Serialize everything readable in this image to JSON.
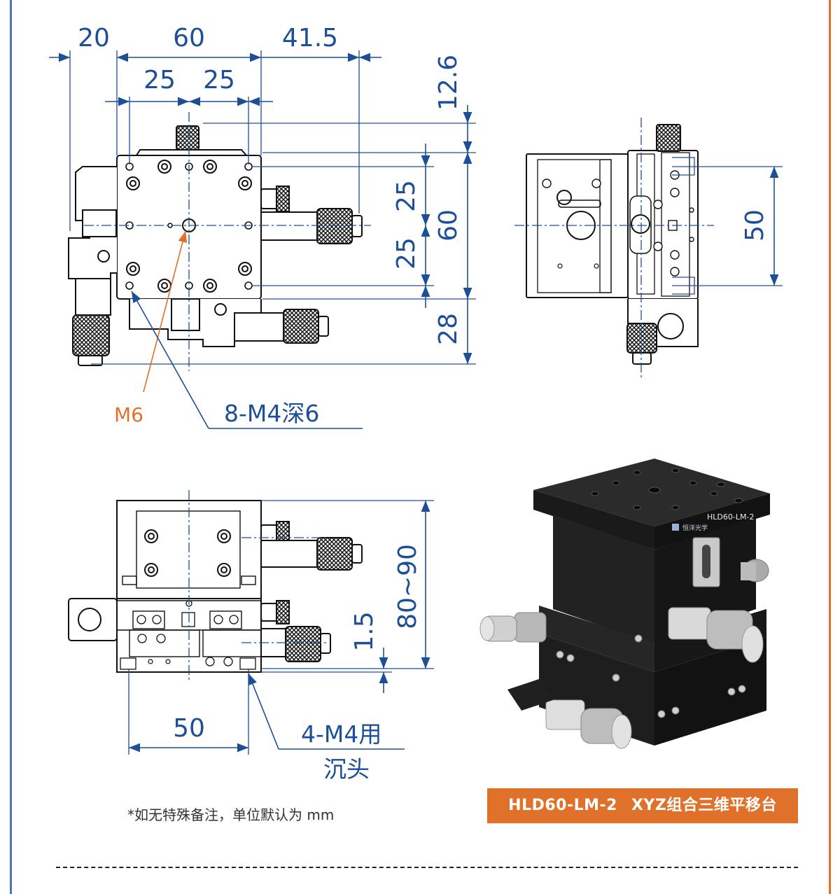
{
  "top_view": {
    "dim_left": "20",
    "dim_width": "60",
    "dim_right": "41.5",
    "dim_half_left": "25",
    "dim_half_right": "25",
    "dim_top": "12.6",
    "dim_upper_half": "25",
    "dim_lower_half": "25",
    "dim_height": "60",
    "dim_bottom": "28",
    "callout_center_hole": "M6",
    "callout_holes": "8-M4深6"
  },
  "side_view": {
    "dim_spacing": "50"
  },
  "front_view": {
    "dim_height": "80~90",
    "dim_base": "1.5",
    "dim_hole_spacing": "50",
    "callout_line1": "4-M4用",
    "callout_line2": "沉头"
  },
  "photo": {
    "brand_mark": "HLD60-LM-2"
  },
  "footer": {
    "note": "*如无特殊备注，单位默认为 mm",
    "model": "HLD60-LM-2",
    "product_name": "XYZ组合三维平移台"
  },
  "colors": {
    "dimension": "#1d4f98",
    "accent": "#e0712a",
    "frame_left": "#4a74b4"
  }
}
